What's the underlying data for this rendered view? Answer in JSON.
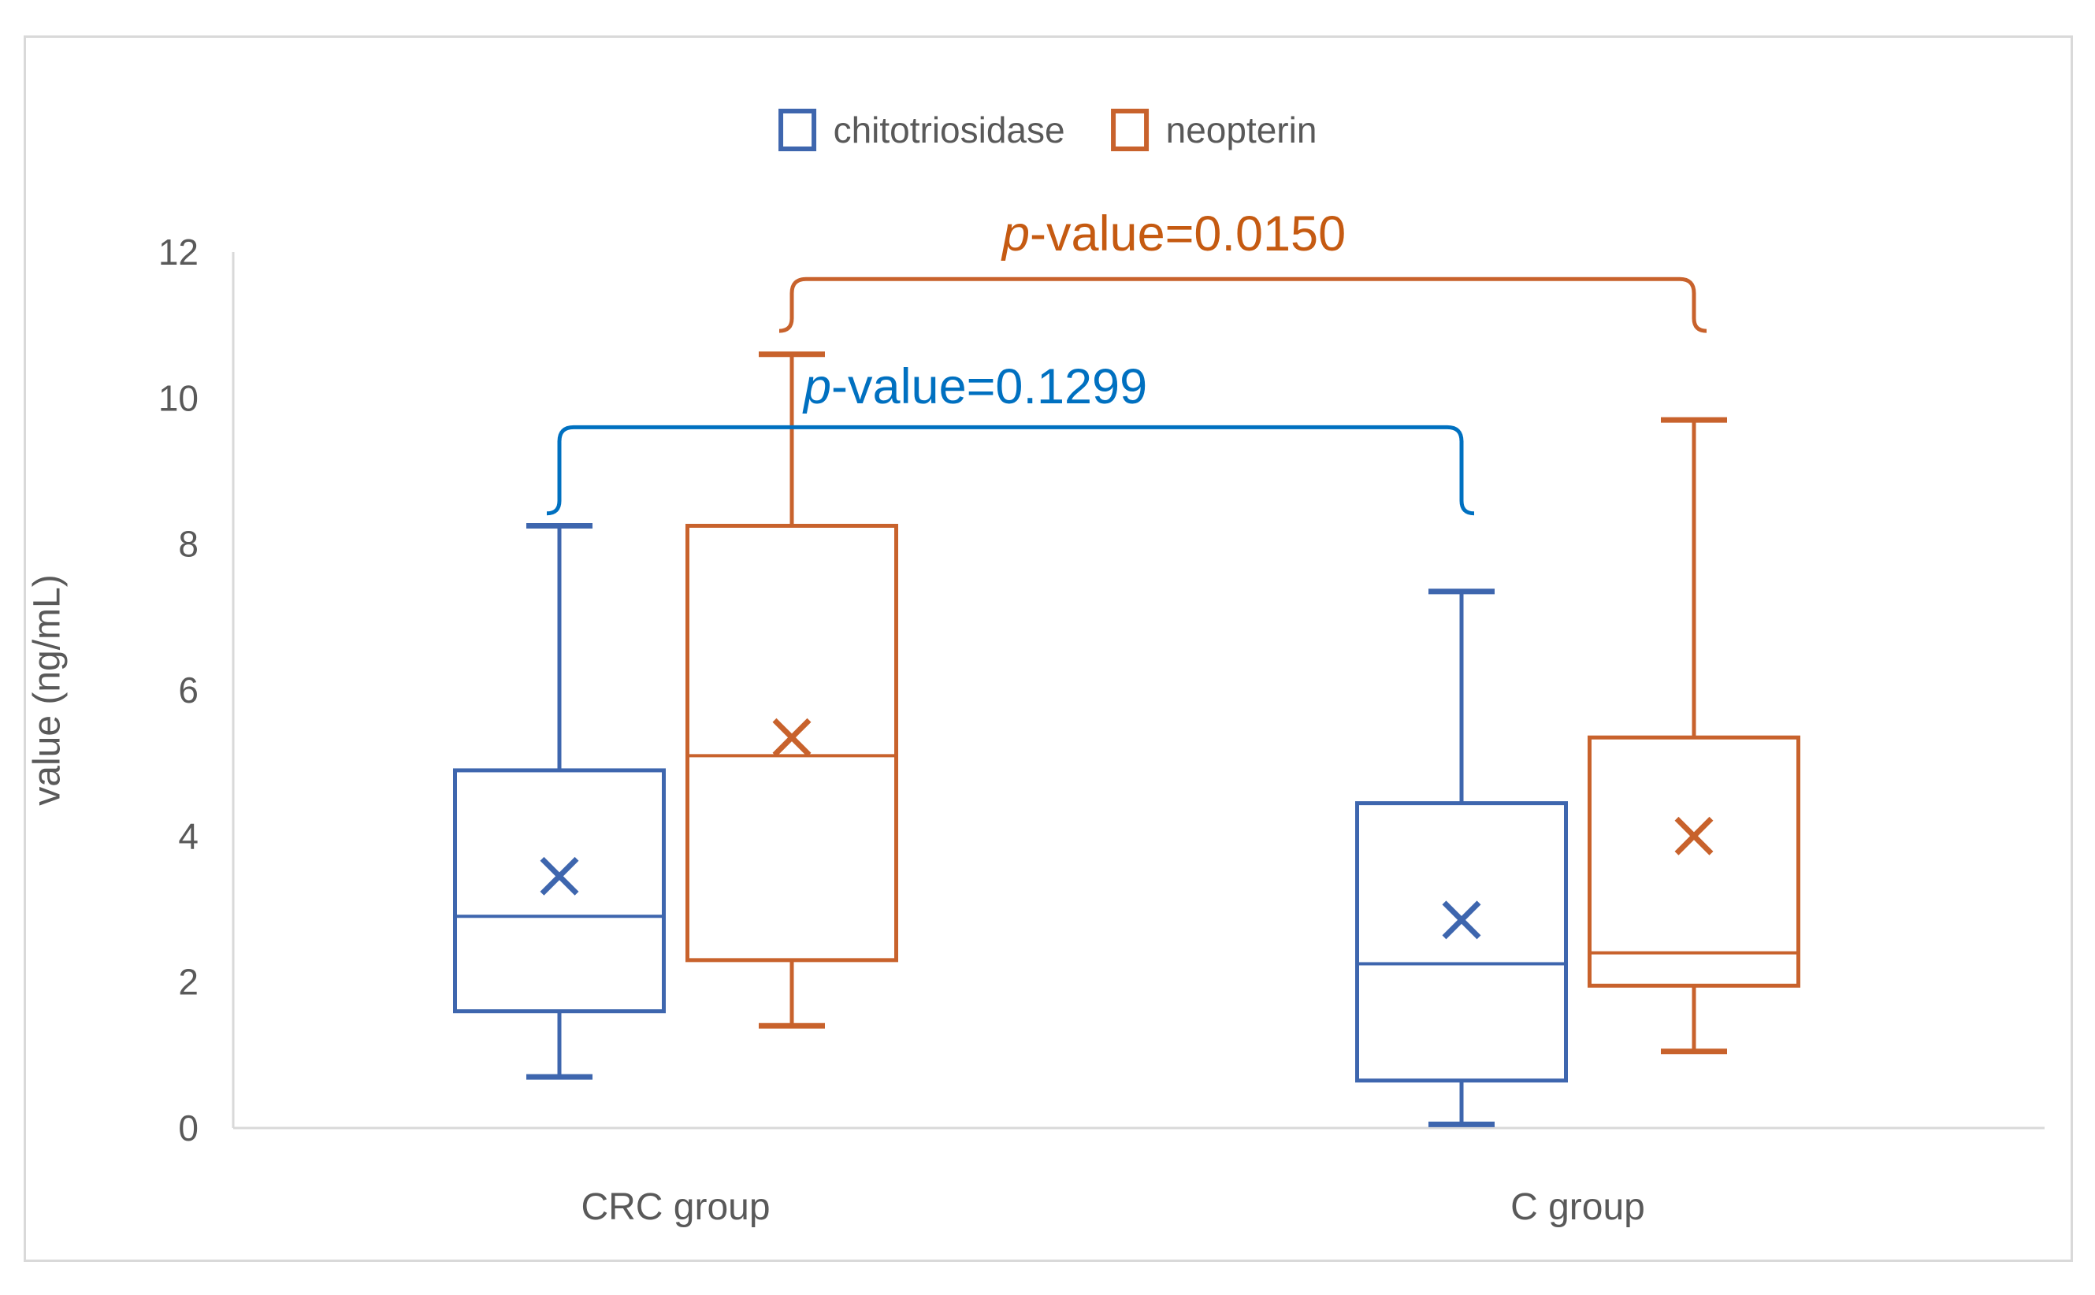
{
  "figure": {
    "border_color": "#d9d9d9",
    "background": "#ffffff",
    "text_color": "#595959"
  },
  "legend": {
    "items": [
      {
        "label": "chitotriosidase",
        "color": "#3e66ae"
      },
      {
        "label": "neopterin",
        "color": "#c8622c"
      }
    ]
  },
  "annotation_labels": {
    "blue": {
      "prefix": "p",
      "rest": "-value=0.1299",
      "color": "#0070c0"
    },
    "orange": {
      "prefix": "p",
      "rest": "-value=0.0150",
      "color": "#c55a11"
    }
  },
  "chart_data": {
    "type": "boxplot",
    "title": "",
    "xlabel": "",
    "ylabel": "value (ng/mL)",
    "ylim": [
      0,
      12
    ],
    "yticks": [
      0,
      2,
      4,
      6,
      8,
      10,
      12
    ],
    "categories": [
      "CRC group",
      "C group"
    ],
    "grid": false,
    "legend_position": "top-center",
    "series": [
      {
        "name": "chitotriosidase",
        "color": "#3e66ae",
        "boxes": [
          {
            "category": "CRC group",
            "min": 0.7,
            "q1": 1.6,
            "median": 2.9,
            "q3": 4.9,
            "max": 8.25,
            "mean": 3.45
          },
          {
            "category": "C group",
            "min": 0.05,
            "q1": 0.65,
            "median": 2.25,
            "q3": 4.45,
            "max": 7.35,
            "mean": 2.85
          }
        ]
      },
      {
        "name": "neopterin",
        "color": "#c8622c",
        "boxes": [
          {
            "category": "CRC group",
            "min": 1.4,
            "q1": 2.3,
            "median": 5.1,
            "q3": 8.25,
            "max": 10.6,
            "mean": 5.35
          },
          {
            "category": "C group",
            "min": 1.05,
            "q1": 1.95,
            "median": 2.4,
            "q3": 5.35,
            "max": 9.7,
            "mean": 4.0
          }
        ]
      }
    ],
    "annotations": [
      {
        "series": "chitotriosidase",
        "text": "p-value=0.1299",
        "color": "#0070c0",
        "line_y": 9.6,
        "arm_bottom_y": 8.42
      },
      {
        "series": "neopterin",
        "text": "p-value=0.0150",
        "color": "#c8622c",
        "line_y": 11.63,
        "arm_bottom_y": 10.92
      }
    ]
  }
}
